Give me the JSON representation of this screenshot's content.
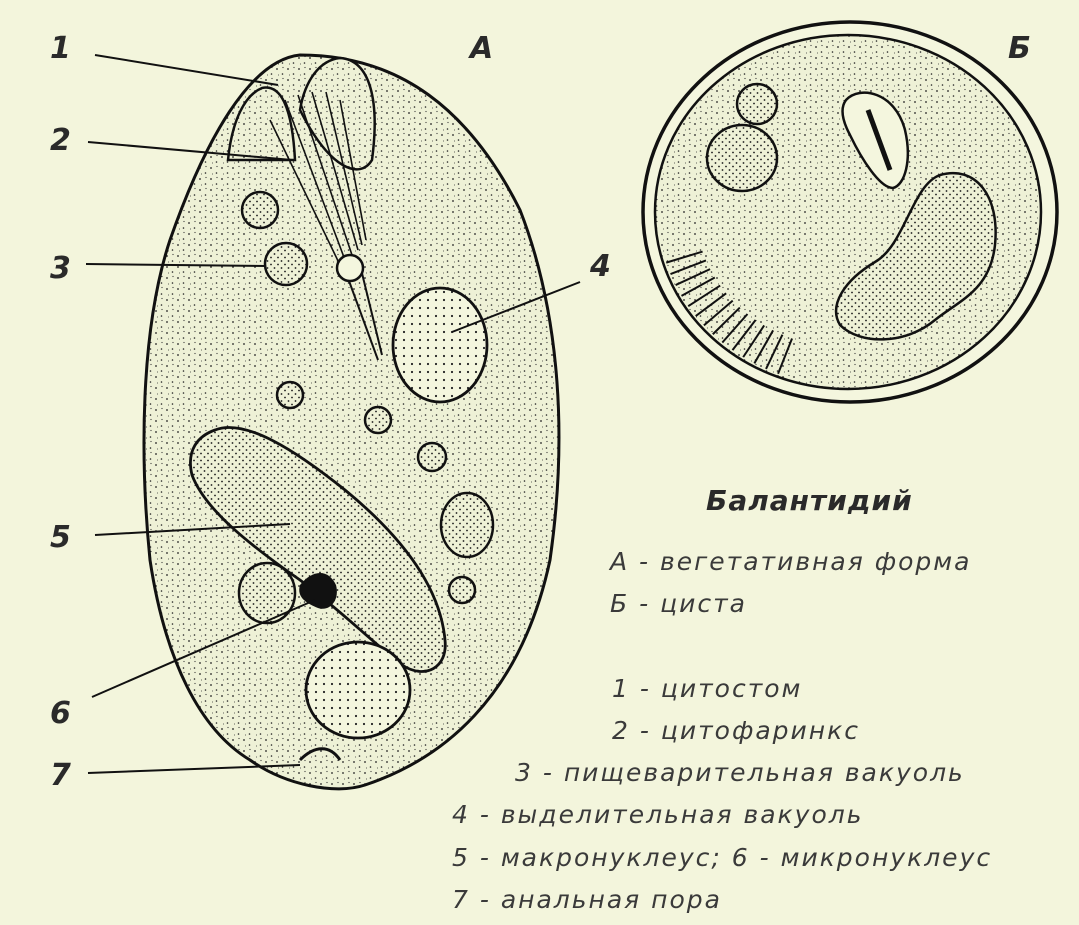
{
  "panel_labels": {
    "vegetative": "А",
    "cyst": "Б"
  },
  "callouts": [
    "1",
    "2",
    "3",
    "4",
    "5",
    "6",
    "7"
  ],
  "title": "Балантидий",
  "legend": {
    "a": "А - вегетативная форма",
    "b": "Б - циста",
    "l1": "1 - цитостом",
    "l2": "2 - цитофаринкс",
    "l3": "3 - пищеварительная вакуоль",
    "l4": "4 - выделительная вакуоль",
    "l5": "5 - макронуклеус;  6 - микронуклеус",
    "l7": "7 - анальная пора"
  },
  "colors": {
    "background": "#f3f5dc",
    "ink": "#111111",
    "cell_fill": "#ecefd4"
  }
}
